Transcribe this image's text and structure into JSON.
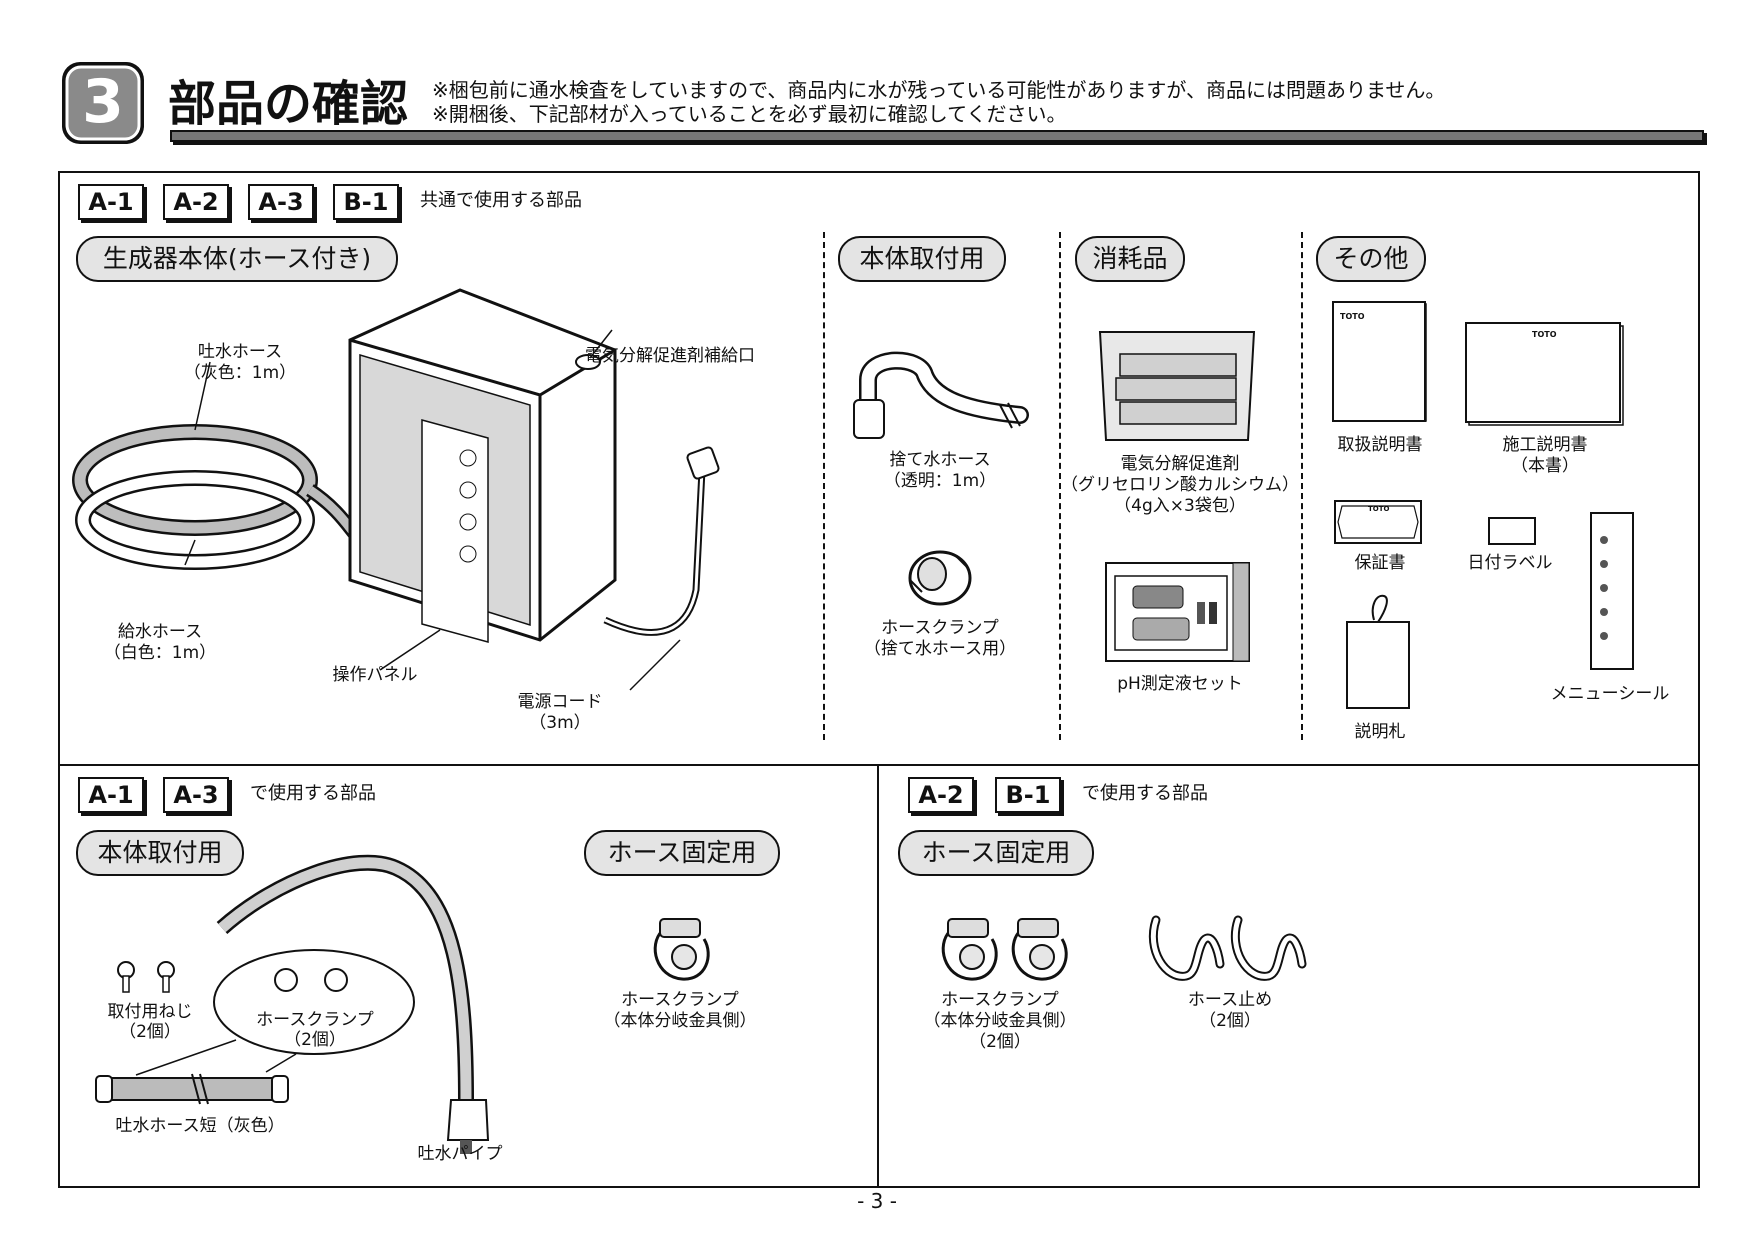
{
  "header": {
    "step_number": "3",
    "title": "部品の確認",
    "note_1": "※梱包前に通水検査をしていますので、商品内に水が残っている可能性がありますが、商品には問題ありません。",
    "note_2": "※開梱後、下記部材が入っていることを必ず最初に確認してください。"
  },
  "top_section": {
    "tags": [
      "A-1",
      "A-2",
      "A-3",
      "B-1"
    ],
    "caption": "共通で使用する部品",
    "groups": {
      "main_body": "生成器本体(ホース付き)",
      "mounting": "本体取付用",
      "consumables": "消耗品",
      "others": "その他"
    },
    "labels": {
      "outlet_hose_1": "吐水ホース",
      "outlet_hose_2": "（灰色：1m）",
      "inlet_hose_1": "給水ホース",
      "inlet_hose_2": "（白色：1m）",
      "control_panel": "操作パネル",
      "supply_port": "電気分解促進剤補給口",
      "power_cord_1": "電源コード",
      "power_cord_2": "（3m）",
      "drain_hose_1": "捨て水ホース",
      "drain_hose_2": "（透明：1m）",
      "clamp_1": "ホースクランプ",
      "clamp_2": "（捨て水ホース用）",
      "agent_1": "電気分解促進剤",
      "agent_2": "（グリセロリン酸カルシウム）",
      "agent_3": "（4g入×3袋包）",
      "ph_set": "pH測定液セット",
      "manual": "取扱説明書",
      "install_1": "施工説明書",
      "install_2": "（本書）",
      "warranty": "保証書",
      "date_label": "日付ラベル",
      "tag_card": "説明札",
      "menu_seal": "メニューシール",
      "brand": "TOTO"
    }
  },
  "bottom_left": {
    "tags": [
      "A-1",
      "A-3"
    ],
    "caption": "で使用する部品",
    "groups": {
      "mounting": "本体取付用",
      "hose_fix": "ホース固定用"
    },
    "labels": {
      "screws_1": "取付用ねじ",
      "screws_2": "（2個）",
      "clamp_1": "ホースクランプ",
      "clamp_2": "（2個）",
      "short_hose": "吐水ホース短（灰色）",
      "pipe": "吐水パイプ",
      "clamp_single_1": "ホースクランプ",
      "clamp_single_2": "（本体分岐金具側）"
    }
  },
  "bottom_right": {
    "tags": [
      "A-2",
      "B-1"
    ],
    "caption": "で使用する部品",
    "groups": {
      "hose_fix": "ホース固定用"
    },
    "labels": {
      "clamp_1": "ホースクランプ",
      "clamp_2": "（本体分岐金具側）",
      "clamp_3": "（2個）",
      "stop_1": "ホース止め",
      "stop_2": "（2個）"
    }
  },
  "footer": {
    "page": "- 3 -"
  }
}
